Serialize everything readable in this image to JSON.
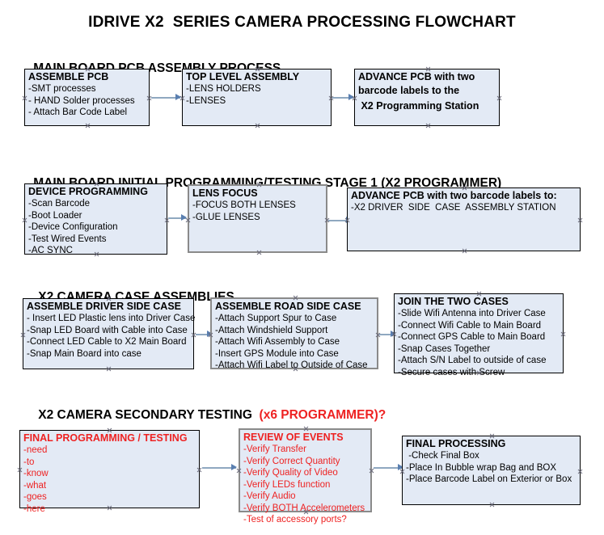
{
  "document": {
    "title": "IDRIVE X2  SERIES CAMERA PROCESSING FLOWCHART"
  },
  "sections": [
    {
      "id": "main-board-pcb-assembly",
      "heading": "MAIN BOARD PCB ASSEMBLY PROCESS",
      "heading_suffix": "",
      "boxes": [
        {
          "id": "assemble-pcb",
          "title": "ASSEMBLE PCB",
          "lines": [
            "-SMT processes",
            "- HAND Solder processes",
            "- Attach Bar Code Label"
          ],
          "bold_body": false,
          "red": false,
          "border": "black"
        },
        {
          "id": "top-level-assembly",
          "title": "TOP LEVEL ASSEMBLY",
          "lines": [
            "-LENS HOLDERS",
            "-LENSES"
          ],
          "bold_body": false,
          "red": false,
          "border": "black"
        },
        {
          "id": "advance-pcb-programming-station",
          "title": "ADVANCE PCB with two",
          "lines": [
            "barcode labels to the",
            " X2 Programming Station"
          ],
          "bold_body": true,
          "red": false,
          "border": "black"
        }
      ]
    },
    {
      "id": "main-board-initial-programming",
      "heading": "MAIN BOARD INITIAL PROGRAMMING/TESTING STAGE 1 (X2 PROGRAMMER)",
      "heading_suffix": "",
      "boxes": [
        {
          "id": "device-programming",
          "title": "DEVICE PROGRAMMING",
          "lines": [
            "-Scan Barcode",
            "-Boot Loader",
            "-Device Configuration",
            "-Test Wired Events",
            "-AC SYNC"
          ],
          "bold_body": false,
          "red": false,
          "border": "black"
        },
        {
          "id": "lens-focus",
          "title": "LENS FOCUS",
          "lines": [
            "-FOCUS BOTH LENSES",
            "-GLUE LENSES"
          ],
          "bold_body": false,
          "red": false,
          "border": "gray"
        },
        {
          "id": "advance-pcb-driver-side-case",
          "title": "ADVANCE PCB with two barcode labels to:",
          "lines": [
            "-X2 DRIVER  SIDE  CASE  ASSEMBLY STATION"
          ],
          "bold_body": false,
          "red": false,
          "border": "black"
        }
      ]
    },
    {
      "id": "x2-camera-case-assemblies",
      "heading": "X2 CAMERA CASE ASSEMBLIES",
      "heading_suffix": "",
      "boxes": [
        {
          "id": "assemble-driver-side-case",
          "title": "ASSEMBLE DRIVER SIDE CASE",
          "lines": [
            "- Insert LED Plastic lens into Driver Case",
            "-Snap LED Board with Cable into Case",
            "-Connect LED Cable to X2 Main Board",
            "-Snap Main Board into case"
          ],
          "bold_body": false,
          "red": false,
          "border": "black"
        },
        {
          "id": "assemble-road-side-case",
          "title": "ASSEMBLE ROAD SIDE CASE",
          "lines": [
            "-Attach Support Spur to Case",
            "-Attach Windshield Support",
            "-Attach Wifi Assembly to Case",
            "-Insert GPS Module into Case",
            "-Attach Wifi Label to Outside of Case"
          ],
          "bold_body": false,
          "red": false,
          "border": "gray"
        },
        {
          "id": "join-the-two-cases",
          "title": "JOIN THE TWO CASES",
          "lines": [
            "-Slide Wifi Antenna into Driver Case",
            "-Connect Wifi Cable to Main Board",
            "-Connect GPS Cable to Main Board",
            "-Snap Cases Together",
            "-Attach S/N Label to outside of case",
            "-Secure cases with Screw"
          ],
          "bold_body": false,
          "red": false,
          "border": "black"
        }
      ]
    },
    {
      "id": "x2-camera-secondary-testing",
      "heading": "X2 CAMERA SECONDARY TESTING  ",
      "heading_suffix": "(x6 PROGRAMMER)?",
      "boxes": [
        {
          "id": "final-programming-testing",
          "title": "FINAL PROGRAMMING / TESTING",
          "lines": [
            "-need",
            "-to",
            "-know",
            "-what",
            "-goes",
            "-here"
          ],
          "bold_body": false,
          "red": true,
          "border": "black"
        },
        {
          "id": "review-of-events",
          "title": "REVIEW OF EVENTS",
          "lines": [
            "-Verify Transfer",
            "-Verify Correct Quantity",
            "-Verify Quality of Video",
            "-Verify LEDs function",
            "-Verify Audio",
            "-Verify BOTH Accelerometers",
            "-Test of accessory ports?"
          ],
          "bold_body": false,
          "red": true,
          "border": "gray"
        },
        {
          "id": "final-processing",
          "title": "FINAL PROCESSING",
          "lines": [
            " -Check Final Box",
            "-Place In Bubble wrap Bag and BOX",
            "-Place Barcode Label on Exterior or Box"
          ],
          "bold_body": false,
          "red": false,
          "border": "black"
        }
      ]
    }
  ],
  "colors": {
    "box_fill": "#e3eaf5",
    "box_border": "#000000",
    "box_border_gray": "#8a8a8a",
    "red_text": "#ee2222",
    "arrow": "#8fa8c0",
    "arrow_head": "#5a7fb0",
    "handle": "#6a6a7a"
  }
}
